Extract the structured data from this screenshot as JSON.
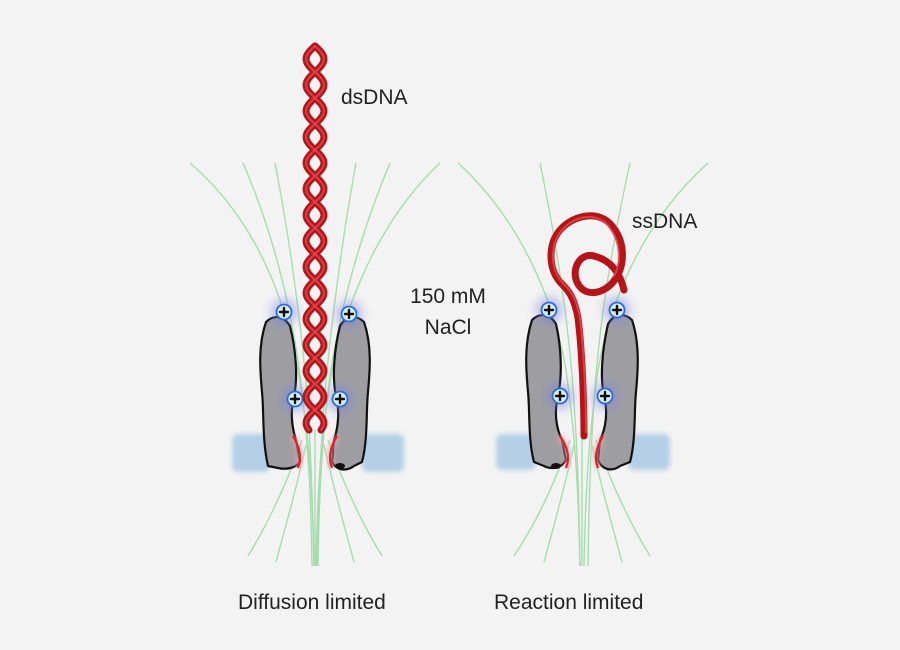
{
  "labels": {
    "dsdna": "dsDNA",
    "ssdna": "ssDNA",
    "salt_line1": "150 mM",
    "salt_line2": "NaCl",
    "left_caption": "Diffusion limited",
    "right_caption": "Reaction limited"
  },
  "colors": {
    "background": "#f3f3f3",
    "dna": "#b51419",
    "field_lines": "#a6dcae",
    "pore_body": "#9e9ea2",
    "membrane": "#a9c9e4",
    "positive_charge_ring": "#2b6fd0",
    "pore_rim": "#e11d2a"
  },
  "icons": {
    "positive_charge": "plus-in-circle-icon"
  }
}
